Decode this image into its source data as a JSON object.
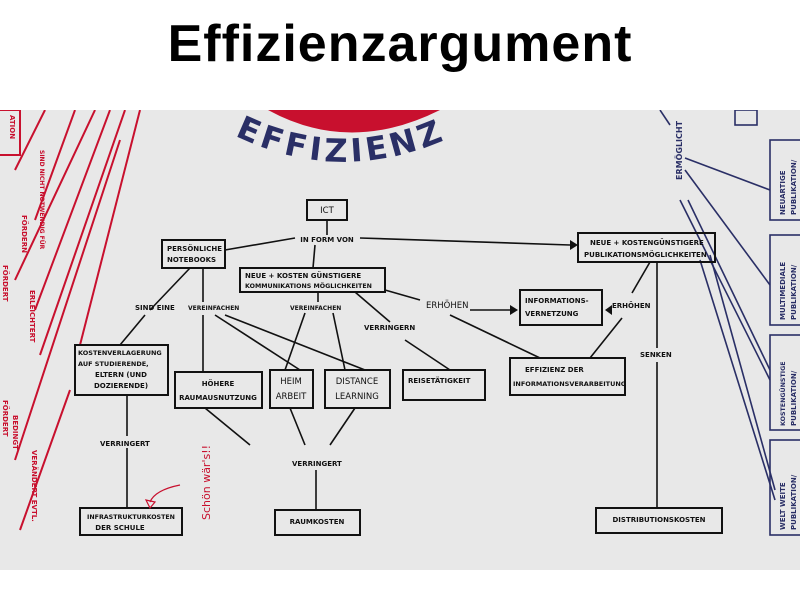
{
  "slide_title": "Effizienzargument",
  "center_label": "EFFIZIENZ",
  "nodes": {
    "ict": "ICT",
    "notebooks": [
      "PERSÖNLICHE",
      "NOTEBOOKS"
    ],
    "kommunikation": [
      "NEUE + KOSTEN GÜNSTIGERE",
      "KOMMUNIKATIONS MÖGLICHKEITEN"
    ],
    "publikation": [
      "NEUE + KOSTENGÜNSTIGERE",
      "PUBLIKATIONSMÖGLICHKEITEN"
    ],
    "vernetzung": [
      "INFORMATIONS-",
      "VERNETZUNG"
    ],
    "effizienz": [
      "EFFIZIENZ DER",
      "INFORMATIONSVERARBEITUNG"
    ],
    "kostenverlagerung": [
      "KOSTENVERLAGERUNG",
      "AUF STUDIERENDE,",
      "ELTERN (UND",
      "DOZIERENDE)"
    ],
    "raumausnutzung": [
      "HÖHERE",
      "RAUMAUSNUTZUNG"
    ],
    "heimarbeit": [
      "HEIM",
      "ARBEIT"
    ],
    "distance": [
      "DISTANCE",
      "LEARNING"
    ],
    "reise": "REISETÄTIGKEIT",
    "infrastruktur": [
      "INFRASTRUKTURKOSTEN",
      "DER SCHULE"
    ],
    "raumkosten": "RAUMKOSTEN",
    "distribution": "DISTRIBUTIONSKOSTEN"
  },
  "edge_labels": {
    "in_form_von": "IN FORM VON",
    "sind_eine": "SIND EINE",
    "vereinfachen_1": "VEREINFACHEN",
    "vereinfachen_2": "VEREINFACHEN",
    "verringern": "VERRINGERN",
    "erhoehen_1": "ERHÖHEN",
    "erhoehen_2": "ERHÖHEN",
    "senken": "SENKEN",
    "verringert_1": "VERRINGERT",
    "verringert_2": "VERRINGERT",
    "ermoeglicht": "ERMÖGLICHT"
  },
  "right_boxes": [
    [
      "NEUARTIGE",
      "PUBLIKATION/"
    ],
    [
      "MULTIMEDIALE",
      "PUBLIKATION/"
    ],
    [
      "KOSTENGÜNSTIGE",
      "PUBLIKATION/"
    ],
    [
      "WELT WEITE",
      "PUBLIKATION/"
    ]
  ],
  "left_red_labels": [
    "ATION",
    "SIND NICHT NOTWENDIG FÜR",
    "FÖRDERN",
    "FÖRDERT",
    "ERLEICHTERT",
    "FÖRDERT",
    "BEDINGT",
    "VERÄNDERT EVTL."
  ],
  "annotation": "Schön wär's!!",
  "colors": {
    "red": "#c8102e",
    "navy": "#2a2f66",
    "board": "#e8e8e8"
  }
}
